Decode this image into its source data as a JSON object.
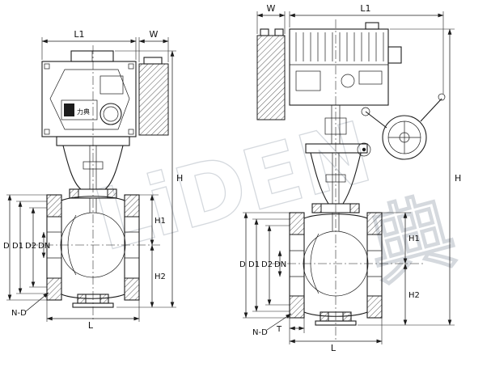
{
  "watermark": {
    "left": "LiDEN",
    "right": "典"
  },
  "brand": {
    "logo_text": "力典"
  },
  "left_view": {
    "dims": {
      "L1": "L1",
      "W": "W",
      "H": "H",
      "H1": "H1",
      "H2": "H2",
      "D": "D",
      "D1": "D1",
      "D2": "D2",
      "DN": "DN",
      "ND": "N-D",
      "L": "L"
    }
  },
  "right_view": {
    "dims": {
      "W": "W",
      "L1": "L1",
      "H": "H",
      "H1": "H1",
      "H2": "H2",
      "D": "D",
      "D1": "D1",
      "D2": "D2",
      "DN": "DN",
      "ND": "N-D",
      "T": "T",
      "L": "L"
    }
  }
}
